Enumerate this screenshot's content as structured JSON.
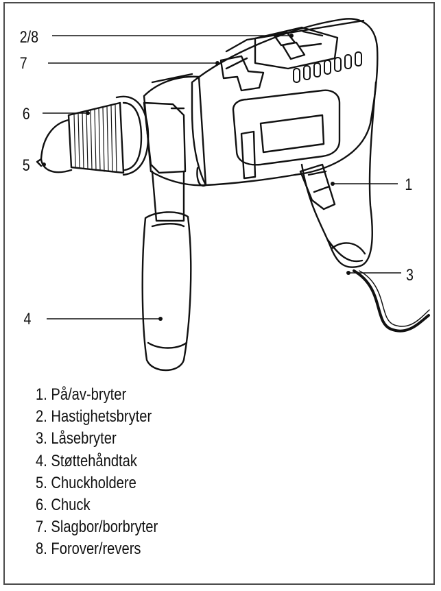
{
  "callouts": {
    "c28": "2/8",
    "c7": "7",
    "c6": "6",
    "c5": "5",
    "c1": "1",
    "c3": "3",
    "c4": "4"
  },
  "legend": [
    "1. På/av-bryter",
    "2. Hastighetsbryter",
    "3. Låsebryter",
    "4. Støttehåndtak",
    "5. Chuckholdere",
    "6. Chuck",
    "7. Slagbor/borbryter",
    "8. Forover/revers"
  ],
  "colors": {
    "ink": "#111111",
    "frame": "#4a4a4a",
    "paper": "#ffffff"
  }
}
